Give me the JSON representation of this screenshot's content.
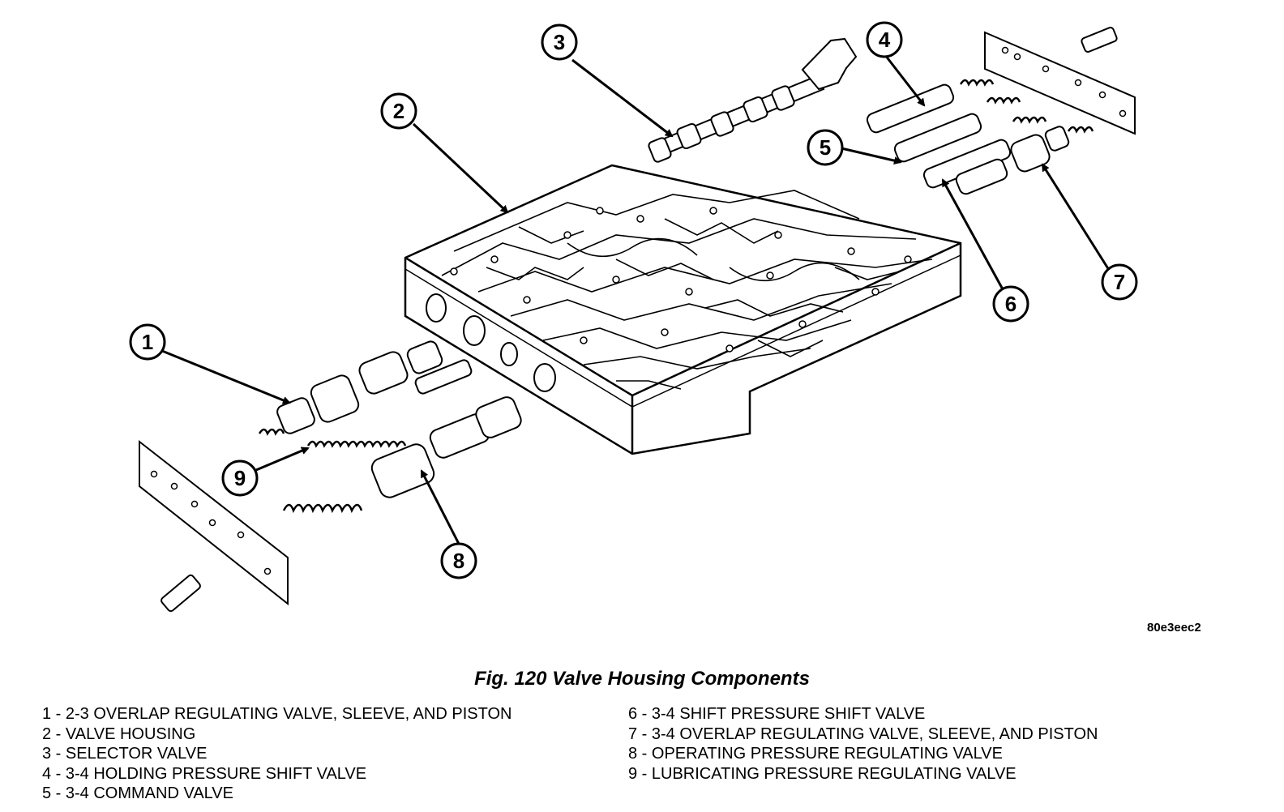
{
  "figure": {
    "ref_code": "80e3eec2",
    "caption": "Fig. 120 Valve Housing Components"
  },
  "callouts": [
    "1",
    "2",
    "3",
    "4",
    "5",
    "6",
    "7",
    "8",
    "9"
  ],
  "legend": {
    "left": [
      "1 - 2-3 OVERLAP REGULATING VALVE, SLEEVE, AND PISTON",
      "2 - VALVE HOUSING",
      "3 - SELECTOR VALVE",
      "4 - 3-4 HOLDING PRESSURE SHIFT VALVE",
      "5 - 3-4 COMMAND VALVE"
    ],
    "right": [
      "6 - 3-4 SHIFT PRESSURE SHIFT VALVE",
      "7 - 3-4 OVERLAP REGULATING VALVE, SLEEVE, AND PISTON",
      "8 - OPERATING PRESSURE REGULATING VALVE",
      "9 - LUBRICATING PRESSURE REGULATING VALVE"
    ]
  }
}
